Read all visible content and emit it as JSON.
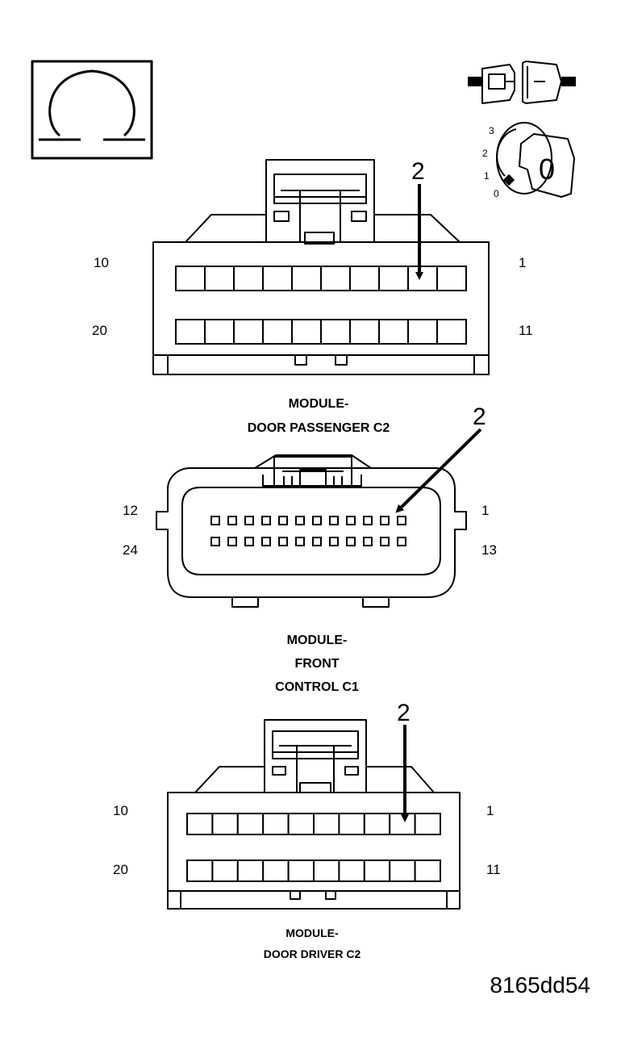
{
  "figure_id": "8165dd54",
  "icons": {
    "ohmmeter": "omega-symbol",
    "connector": "disconnected-connector-icon",
    "ignition": "ignition-key-off-icon"
  },
  "ignition": {
    "positions": [
      "3",
      "2",
      "1",
      "0"
    ],
    "key_label": "0"
  },
  "connectors": [
    {
      "caption_lines": [
        "MODULE-",
        "DOOR PASSENGER C2"
      ],
      "pin_labels": {
        "top_left": "10",
        "top_right": "1",
        "bottom_left": "20",
        "bottom_right": "11"
      },
      "callout": "2",
      "pins_per_row": 10
    },
    {
      "caption_lines": [
        "MODULE-",
        "FRONT",
        "CONTROL C1"
      ],
      "pin_labels": {
        "top_left": "12",
        "top_right": "1",
        "bottom_left": "24",
        "bottom_right": "13"
      },
      "callout": "2",
      "pins_per_row": 12
    },
    {
      "caption_lines": [
        "MODULE-",
        "DOOR DRIVER C2"
      ],
      "pin_labels": {
        "top_left": "10",
        "top_right": "1",
        "bottom_left": "20",
        "bottom_right": "11"
      },
      "callout": "2",
      "pins_per_row": 10
    }
  ]
}
